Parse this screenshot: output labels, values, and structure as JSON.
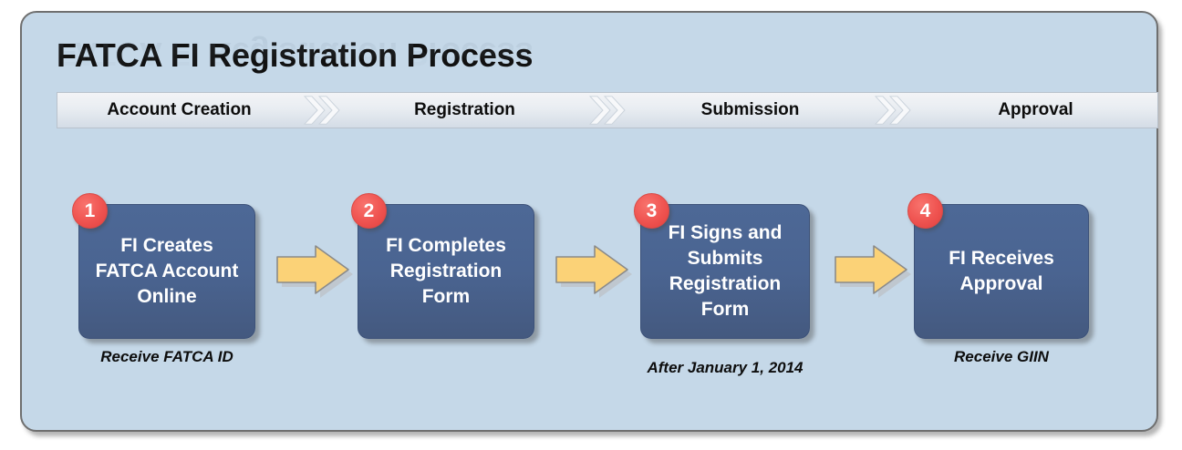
{
  "diagram": {
    "title": "FATCA FI Registration Process",
    "background_color": "#c5d8e8",
    "box_color": "#4a6491",
    "badge_color": "#ef5350",
    "arrow_color": "#fbd277"
  },
  "stage_bar": {
    "stages": [
      {
        "label": "Account Creation"
      },
      {
        "label": "Registration"
      },
      {
        "label": "Submission"
      },
      {
        "label": "Approval"
      }
    ],
    "separator_icon": "double-chevron-right-icon"
  },
  "steps": [
    {
      "number": "1",
      "text": "FI Creates\nFATCA Account\nOnline",
      "caption": "Receive FATCA ID"
    },
    {
      "number": "2",
      "text": "FI Completes\nRegistration\nForm",
      "caption": ""
    },
    {
      "number": "3",
      "text": "FI Signs and\nSubmits\nRegistration\nForm",
      "caption": "After January 1, 2014"
    },
    {
      "number": "4",
      "text": "FI Receives\nApproval",
      "caption": "Receive GIIN"
    }
  ],
  "connectors": [
    {
      "icon": "arrow-right-icon"
    },
    {
      "icon": "arrow-right-icon"
    },
    {
      "icon": "arrow-right-icon"
    }
  ]
}
